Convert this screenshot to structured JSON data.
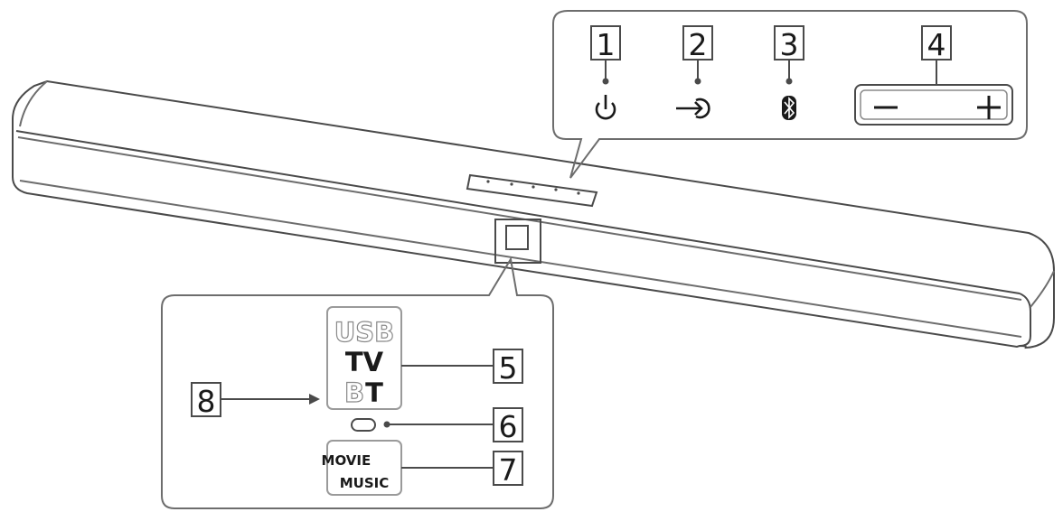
{
  "callouts": {
    "c1": "1",
    "c2": "2",
    "c3": "3",
    "c4": "4",
    "c5": "5",
    "c6": "6",
    "c7": "7",
    "c8": "8"
  },
  "volume": {
    "minus": "−",
    "plus": "+"
  },
  "display": {
    "usb": "USB",
    "tv": "TV",
    "bt_b": "B",
    "bt_t": "T"
  },
  "mode": {
    "movie_a": "MOVI",
    "movie_b": "E",
    "music": "MUSIC"
  },
  "colors": {
    "line": "#4a4a4a",
    "dim_text": "#9a9a9a",
    "dark_text": "#1a1a1a",
    "panel_stroke": "#6d6d6d"
  },
  "icons": {
    "power": "power-icon",
    "input": "input-icon",
    "bluetooth": "bluetooth-icon",
    "volume": "volume-rocker"
  }
}
